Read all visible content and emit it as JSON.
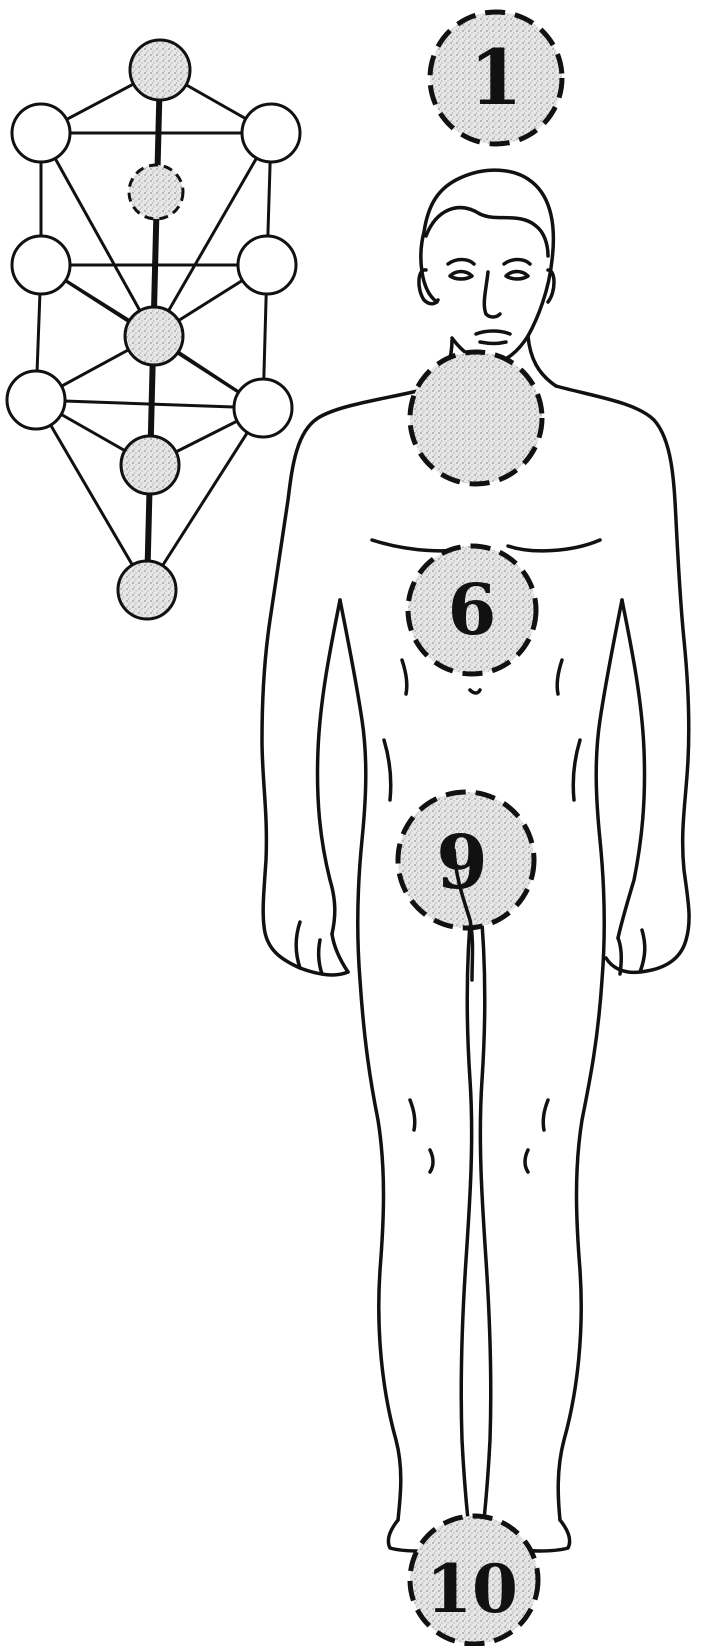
{
  "colors": {
    "ink": "#111111",
    "stipple": "#cfcfcf",
    "background": "#ffffff"
  },
  "tree_of_life": {
    "sephirot_count": 10,
    "hidden_sephira": "daath-dashed"
  },
  "figure": {
    "centers": [
      {
        "id": "crown",
        "label": "1"
      },
      {
        "id": "throat",
        "label": ""
      },
      {
        "id": "solar",
        "label": "6"
      },
      {
        "id": "sacral",
        "label": "9"
      },
      {
        "id": "feet",
        "label": "10"
      }
    ]
  }
}
